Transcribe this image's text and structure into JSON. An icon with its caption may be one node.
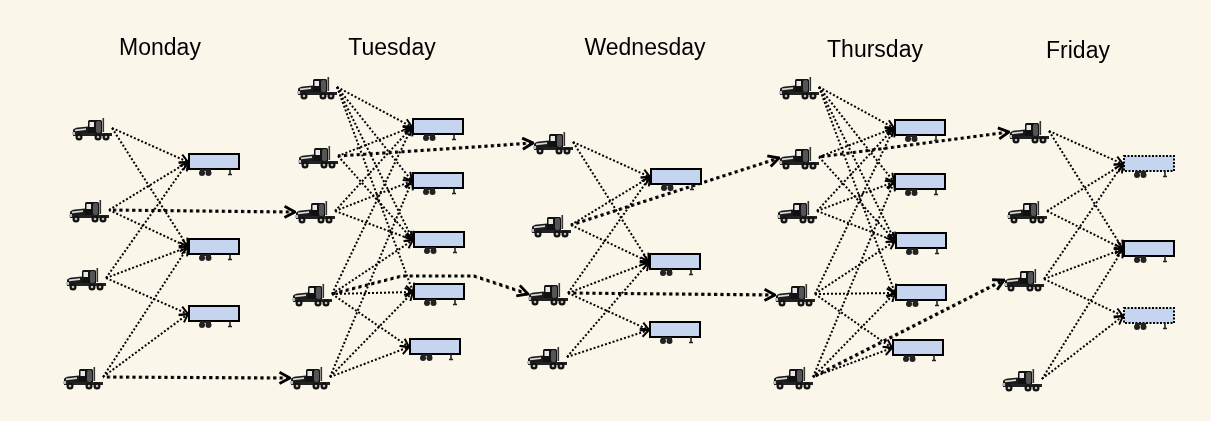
{
  "diagram": {
    "nodes": [
      {
        "text": [],
        "shape": "truck"
      },
      {
        "text": [],
        "shape": "truck"
      },
      {
        "text": [],
        "shape": "truck"
      },
      {
        "text": [],
        "shape": "truck"
      },
      {
        "text": [],
        "shape": "trailer"
      },
      {
        "text": [],
        "shape": "trailer"
      },
      {
        "text": [],
        "shape": "trailer"
      },
      {
        "text": [],
        "shape": "truck"
      },
      {
        "text": [],
        "shape": "truck"
      },
      {
        "text": [],
        "shape": "truck"
      },
      {
        "text": [],
        "shape": "truck"
      },
      {
        "text": [],
        "shape": "truck"
      },
      {
        "text": [],
        "shape": "trailer"
      },
      {
        "text": [],
        "shape": "trailer"
      },
      {
        "text": [],
        "shape": "trailer"
      },
      {
        "text": [],
        "shape": "trailer"
      },
      {
        "text": [],
        "shape": "trailer"
      },
      {
        "text": [],
        "shape": "truck"
      },
      {
        "text": [],
        "shape": "truck"
      },
      {
        "text": [],
        "shape": "truck"
      },
      {
        "text": [],
        "shape": "truck"
      },
      {
        "text": [],
        "shape": "trailer"
      },
      {
        "text": [],
        "shape": "trailer"
      },
      {
        "text": [],
        "shape": "trailer"
      },
      {
        "text": [],
        "shape": "truck"
      },
      {
        "text": [],
        "shape": "truck"
      },
      {
        "text": [],
        "shape": "truck"
      },
      {
        "text": [],
        "shape": "truck"
      },
      {
        "text": [],
        "shape": "truck"
      },
      {
        "text": [],
        "shape": "trailer"
      },
      {
        "text": [],
        "shape": "trailer"
      },
      {
        "text": [],
        "shape": "trailer"
      },
      {
        "text": [],
        "shape": "trailer"
      },
      {
        "text": [],
        "shape": "trailer"
      },
      {
        "text": [],
        "shape": "truck"
      },
      {
        "text": [],
        "shape": "truck"
      },
      {
        "text": [],
        "shape": "truck"
      },
      {
        "text": [],
        "shape": "truck"
      },
      {
        "text": [],
        "shape": "dashed-trailer"
      },
      {
        "text": [],
        "shape": "trailer"
      },
      {
        "text": [],
        "shape": "dashed-trailer"
      }
    ],
    "edges": [
      {
        "from": 0,
        "to": 4,
        "arrow": "to"
      },
      {
        "from": 0,
        "to": 5,
        "arrow": "to"
      },
      {
        "from": 1,
        "to": 4,
        "arrow": "to"
      },
      {
        "from": 1,
        "to": 5,
        "arrow": "to"
      },
      {
        "from": 1,
        "to": 9,
        "arrow": "to",
        "style": "thick"
      },
      {
        "from": 2,
        "to": 4,
        "arrow": "to"
      },
      {
        "from": 2,
        "to": 5,
        "arrow": "to"
      },
      {
        "from": 2,
        "to": 6,
        "arrow": "to"
      },
      {
        "from": 3,
        "to": 5,
        "arrow": "to"
      },
      {
        "from": 3,
        "to": 6,
        "arrow": "to"
      },
      {
        "from": 3,
        "to": 11,
        "arrow": "to",
        "style": "thick"
      },
      {
        "from": 7,
        "to": 12,
        "arrow": "to"
      },
      {
        "from": 7,
        "to": 13,
        "arrow": "to"
      },
      {
        "from": 7,
        "to": 14,
        "arrow": "to"
      },
      {
        "from": 7,
        "to": 15,
        "arrow": "to"
      },
      {
        "from": 8,
        "to": 12,
        "arrow": "to"
      },
      {
        "from": 8,
        "to": 14,
        "arrow": "to"
      },
      {
        "from": 8,
        "to": 17,
        "arrow": "to",
        "style": "thick"
      },
      {
        "from": 9,
        "to": 12,
        "arrow": "to"
      },
      {
        "from": 9,
        "to": 13,
        "arrow": "to"
      },
      {
        "from": 9,
        "to": 14,
        "arrow": "to"
      },
      {
        "from": 10,
        "to": 12,
        "arrow": "to"
      },
      {
        "from": 10,
        "to": 14,
        "arrow": "to"
      },
      {
        "from": 10,
        "to": 15,
        "arrow": "to"
      },
      {
        "from": 10,
        "to": 16,
        "arrow": "to"
      },
      {
        "from": 10,
        "to": 19,
        "arrow": "to",
        "style": "thick"
      },
      {
        "from": 11,
        "to": 13,
        "arrow": "to"
      },
      {
        "from": 11,
        "to": 15,
        "arrow": "to"
      },
      {
        "from": 11,
        "to": 16,
        "arrow": "to"
      },
      {
        "from": 17,
        "to": 21,
        "arrow": "to"
      },
      {
        "from": 17,
        "to": 22,
        "arrow": "to"
      },
      {
        "from": 18,
        "to": 21,
        "arrow": "to"
      },
      {
        "from": 18,
        "to": 22,
        "arrow": "to"
      },
      {
        "from": 18,
        "to": 25,
        "arrow": "to",
        "style": "thick"
      },
      {
        "from": 19,
        "to": 21,
        "arrow": "to"
      },
      {
        "from": 19,
        "to": 22,
        "arrow": "to"
      },
      {
        "from": 19,
        "to": 23,
        "arrow": "to"
      },
      {
        "from": 19,
        "to": 27,
        "arrow": "to",
        "style": "thick"
      },
      {
        "from": 20,
        "to": 22,
        "arrow": "to"
      },
      {
        "from": 20,
        "to": 23,
        "arrow": "to"
      },
      {
        "from": 24,
        "to": 29,
        "arrow": "to"
      },
      {
        "from": 24,
        "to": 30,
        "arrow": "to"
      },
      {
        "from": 24,
        "to": 31,
        "arrow": "to"
      },
      {
        "from": 24,
        "to": 32,
        "arrow": "to"
      },
      {
        "from": 25,
        "to": 29,
        "arrow": "to"
      },
      {
        "from": 25,
        "to": 31,
        "arrow": "to"
      },
      {
        "from": 25,
        "to": 34,
        "arrow": "to",
        "style": "thick"
      },
      {
        "from": 26,
        "to": 29,
        "arrow": "to"
      },
      {
        "from": 26,
        "to": 30,
        "arrow": "to"
      },
      {
        "from": 26,
        "to": 31,
        "arrow": "to"
      },
      {
        "from": 27,
        "to": 29,
        "arrow": "to"
      },
      {
        "from": 27,
        "to": 31,
        "arrow": "to"
      },
      {
        "from": 27,
        "to": 32,
        "arrow": "to"
      },
      {
        "from": 27,
        "to": 33,
        "arrow": "to"
      },
      {
        "from": 28,
        "to": 30,
        "arrow": "to"
      },
      {
        "from": 28,
        "to": 32,
        "arrow": "to"
      },
      {
        "from": 28,
        "to": 33,
        "arrow": "to"
      },
      {
        "from": 28,
        "to": 36,
        "arrow": "to",
        "style": "thick"
      },
      {
        "from": 34,
        "to": 38,
        "arrow": "to"
      },
      {
        "from": 34,
        "to": 39,
        "arrow": "to"
      },
      {
        "from": 35,
        "to": 38,
        "arrow": "to"
      },
      {
        "from": 35,
        "to": 39,
        "arrow": "to"
      },
      {
        "from": 36,
        "to": 38,
        "arrow": "to"
      },
      {
        "from": 36,
        "to": 39,
        "arrow": "to"
      },
      {
        "from": 36,
        "to": 40,
        "arrow": "to"
      },
      {
        "from": 37,
        "to": 39,
        "arrow": "to"
      },
      {
        "from": 37,
        "to": 40,
        "arrow": "to"
      }
    ],
    "labels": [
      "Monday",
      "Tuesday",
      "Wednesday",
      "Thursday",
      "Friday"
    ]
  }
}
